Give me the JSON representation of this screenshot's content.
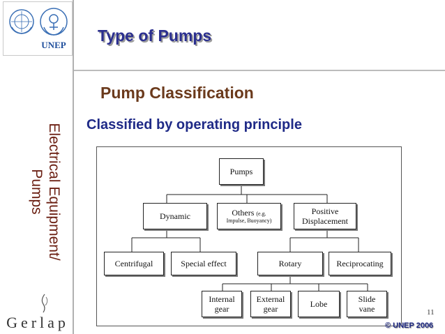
{
  "sidebar": {
    "logo_text": "UNEP",
    "vertical_title": "Electrical Equipment/ Pumps",
    "footer_logo_text": "Gerlap"
  },
  "header": {
    "title": "Type of Pumps",
    "subtitle": "Pump Classification",
    "subheading": "Classified by operating principle"
  },
  "diagram": {
    "root": "Pumps",
    "level1": {
      "dynamic": "Dynamic",
      "others_main": "Others",
      "others_eg": "(e.g.",
      "others_detail": "Impulse, Buoyancy)",
      "positive_1": "Positive",
      "positive_2": "Displacement"
    },
    "level2": {
      "centrifugal": "Centrifugal",
      "special": "Special effect",
      "rotary": "Rotary",
      "reciprocating": "Reciprocating"
    },
    "level3": {
      "internal_1": "Internal",
      "internal_2": "gear",
      "external_1": "External",
      "external_2": "gear",
      "lobe": "Lobe",
      "slide_1": "Slide",
      "slide_2": "vane"
    }
  },
  "footer": {
    "page_number": "11",
    "copyright": "© UNEP 2006"
  },
  "colors": {
    "title": "#2b2f8f",
    "subtitle": "#6b3a1c",
    "vertical_title": "#6b1f12",
    "unep_blue": "#1f4e9c"
  }
}
